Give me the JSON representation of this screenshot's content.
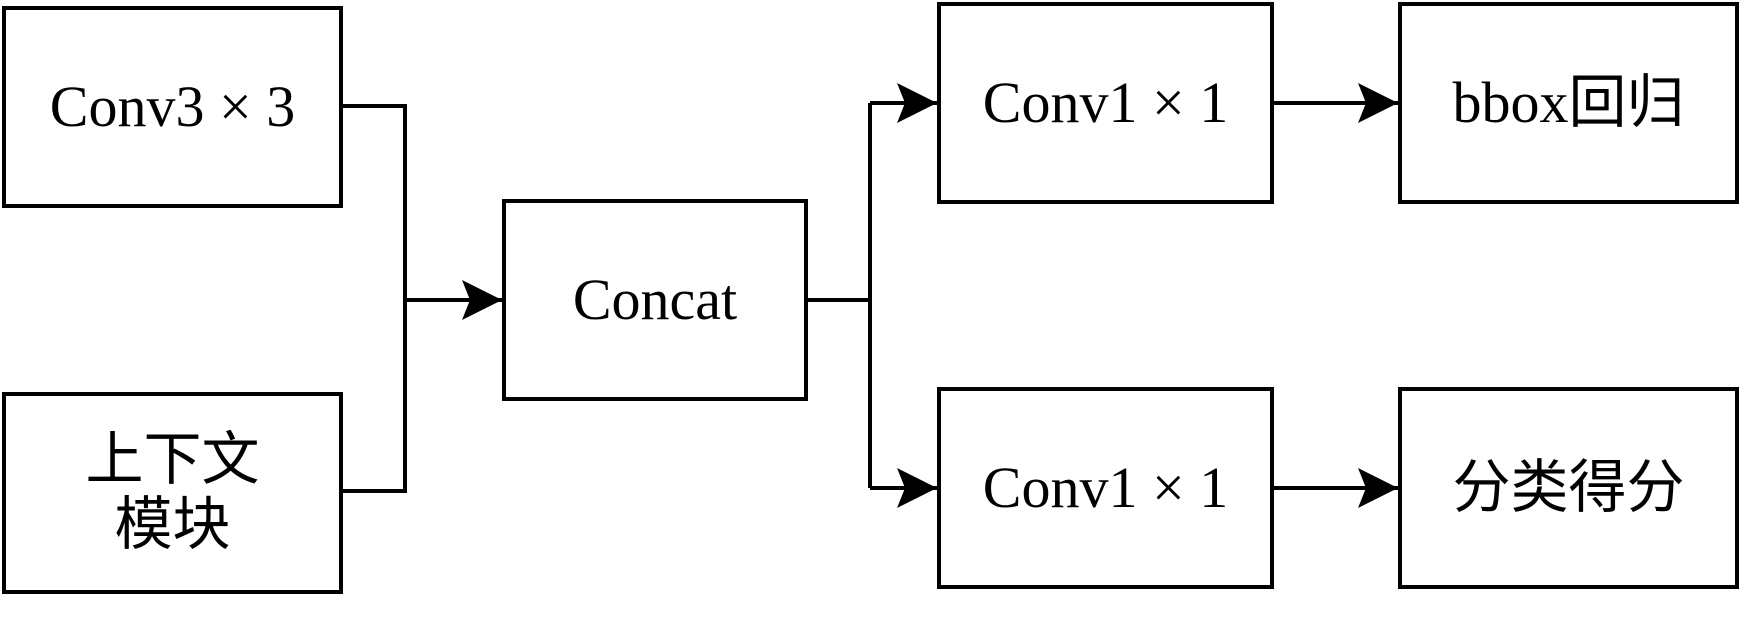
{
  "nodes": {
    "conv3x3": {
      "label": "Conv3 × 3"
    },
    "context_module": {
      "lines": [
        "上下文",
        "模块"
      ]
    },
    "concat": {
      "label": "Concat"
    },
    "conv1x1_top": {
      "label": "Conv1 × 1"
    },
    "conv1x1_bottom": {
      "label": "Conv1 × 1"
    },
    "bbox_regression": {
      "label": "bbox回归"
    },
    "class_score": {
      "label": "分类得分"
    }
  },
  "colors": {
    "stroke": "#000000",
    "background": "#ffffff"
  }
}
